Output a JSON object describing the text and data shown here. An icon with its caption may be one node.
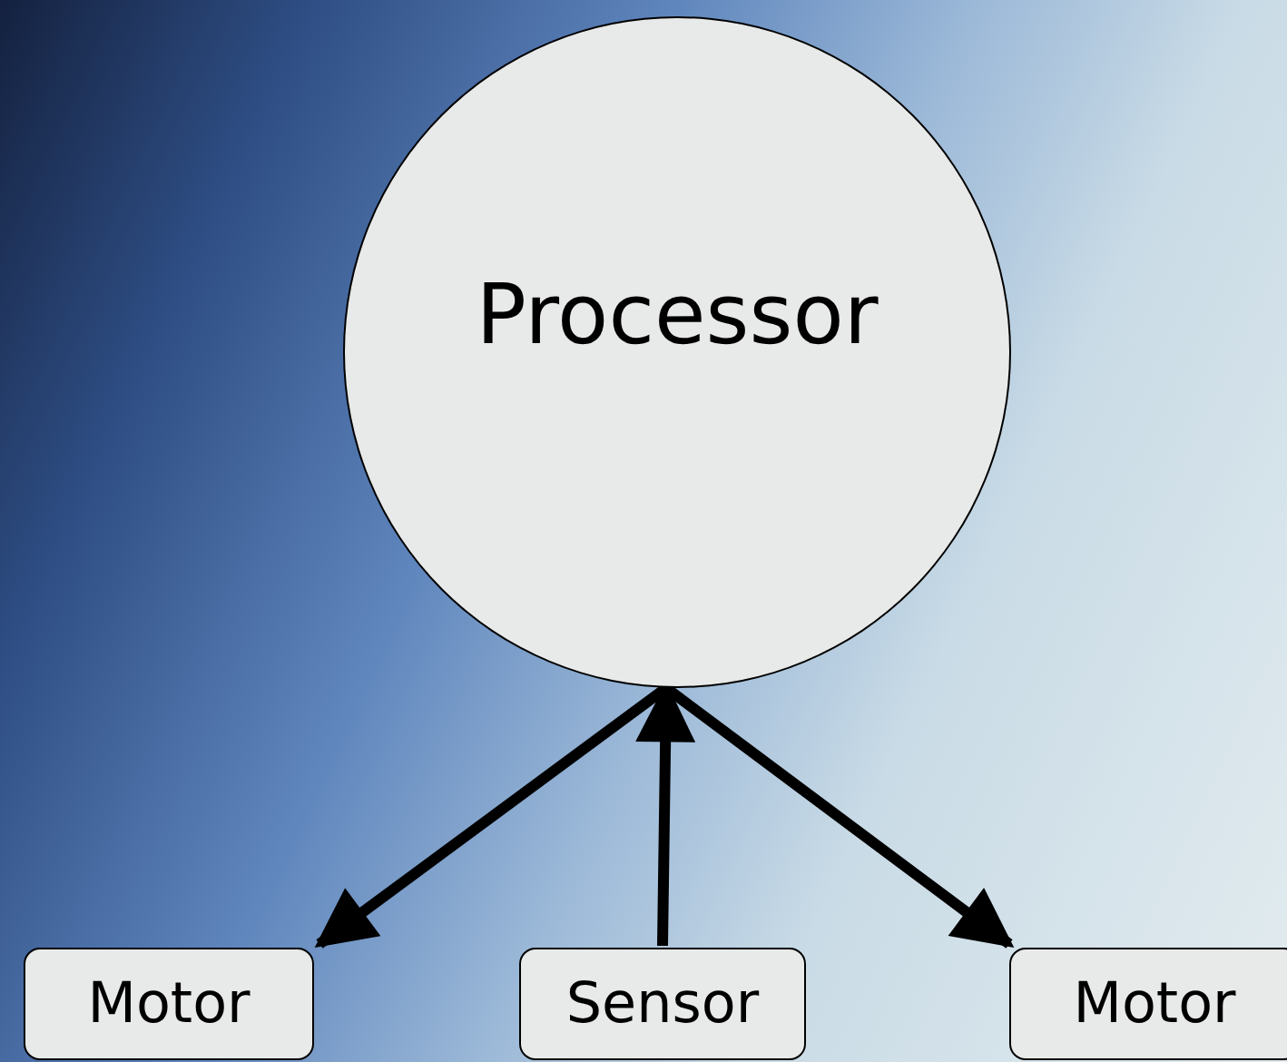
{
  "diagram": {
    "nodes": [
      {
        "text": [
          "Processor"
        ]
      },
      {
        "text": [
          "Motor"
        ]
      },
      {
        "text": [
          "Sensor"
        ]
      },
      {
        "text": [
          "Motor"
        ]
      }
    ],
    "edges": [
      {
        "from": 0,
        "to": 1,
        "arrow": "to"
      },
      {
        "from": 2,
        "to": 0,
        "arrow": "to"
      },
      {
        "from": 0,
        "to": 3,
        "arrow": "to"
      }
    ]
  }
}
